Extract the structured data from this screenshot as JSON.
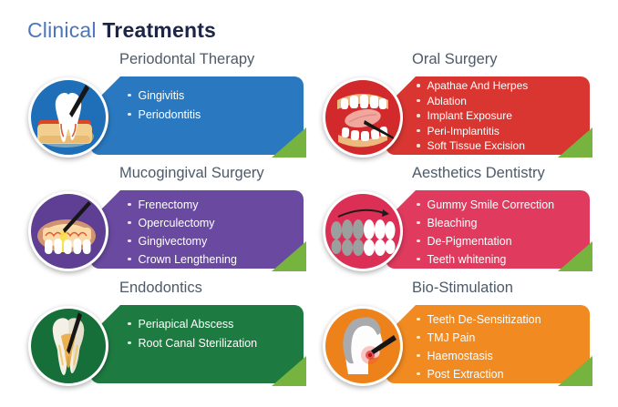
{
  "header": {
    "title_light": "Clinical",
    "title_bold": "Treatments"
  },
  "accent": {
    "corner_triangle": "#77b43f",
    "card_title": "#4e5a68",
    "header_light": "#4b76bb",
    "header_dark": "#1d2545"
  },
  "cards": [
    {
      "id": "periodontal-therapy",
      "title": "Periodontal Therapy",
      "color": "#2a79c0",
      "circle_color": "#1f6fb8",
      "icon": "tooth-in-gum-probe-icon",
      "items": [
        "Gingivitis",
        "Periodontitis"
      ]
    },
    {
      "id": "oral-surgery",
      "title": "Oral Surgery",
      "color": "#d93632",
      "circle_color": "#d22a2c",
      "icon": "open-mouth-probe-icon",
      "items": [
        "Apathae And Herpes",
        "Ablation",
        "Implant Exposure",
        "Peri-Implantitis",
        "Soft Tissue Excision"
      ]
    },
    {
      "id": "mucogingival-surgery",
      "title": "Mucogingival Surgery",
      "color": "#6a4aa0",
      "circle_color": "#5e3f93",
      "icon": "gum-laser-icon",
      "items": [
        "Frenectomy",
        "Operculectomy",
        "Gingivectomy",
        "Crown Lengthening"
      ]
    },
    {
      "id": "aesthetics-dentistry",
      "title": "Aesthetics Dentistry",
      "color": "#e03a5f",
      "circle_color": "#db2f55",
      "icon": "teeth-whitening-arrow-icon",
      "items": [
        "Gummy Smile Correction",
        "Bleaching",
        "De-Pigmentation",
        "Teeth whitening"
      ]
    },
    {
      "id": "endodontics",
      "title": "Endodontics",
      "color": "#1d7b41",
      "circle_color": "#166e38",
      "icon": "root-canal-file-icon",
      "items": [
        "Periapical Abscess",
        "Root Canal Sterilization"
      ]
    },
    {
      "id": "bio-stimulation",
      "title": "Bio-Stimulation",
      "color": "#f18a20",
      "circle_color": "#ee821a",
      "icon": "head-profile-laser-icon",
      "items": [
        "Teeth De-Sensitization",
        "TMJ Pain",
        "Haemostasis",
        "Post Extraction"
      ]
    }
  ]
}
